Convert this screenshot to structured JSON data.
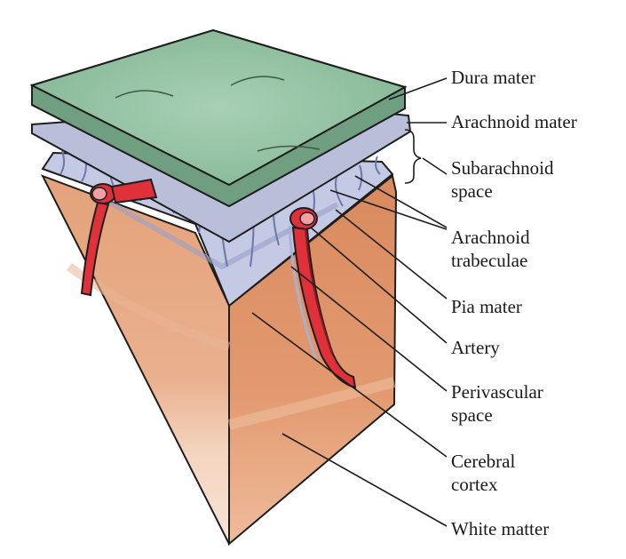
{
  "labels": {
    "dura_mater": "Dura mater",
    "arachnoid_mater": "Arachnoid mater",
    "subarachnoid_space_1": "Subarachnoid",
    "subarachnoid_space_2": "space",
    "arachnoid_trabeculae_1": "Arachnoid",
    "arachnoid_trabeculae_2": "trabeculae",
    "pia_mater": "Pia mater",
    "artery": "Artery",
    "perivascular_space_1": "Perivascular",
    "perivascular_space_2": "space",
    "cerebral_cortex_1": "Cerebral",
    "cerebral_cortex_2": "cortex",
    "white_matter": "White matter"
  },
  "colors": {
    "dura": "#8fbf9f",
    "arachnoid": "#b9bfd9",
    "cortex": "#e3a27a",
    "white_matter": "#f6dccb",
    "artery": "#e0313a",
    "outline": "#1e1e1e"
  }
}
